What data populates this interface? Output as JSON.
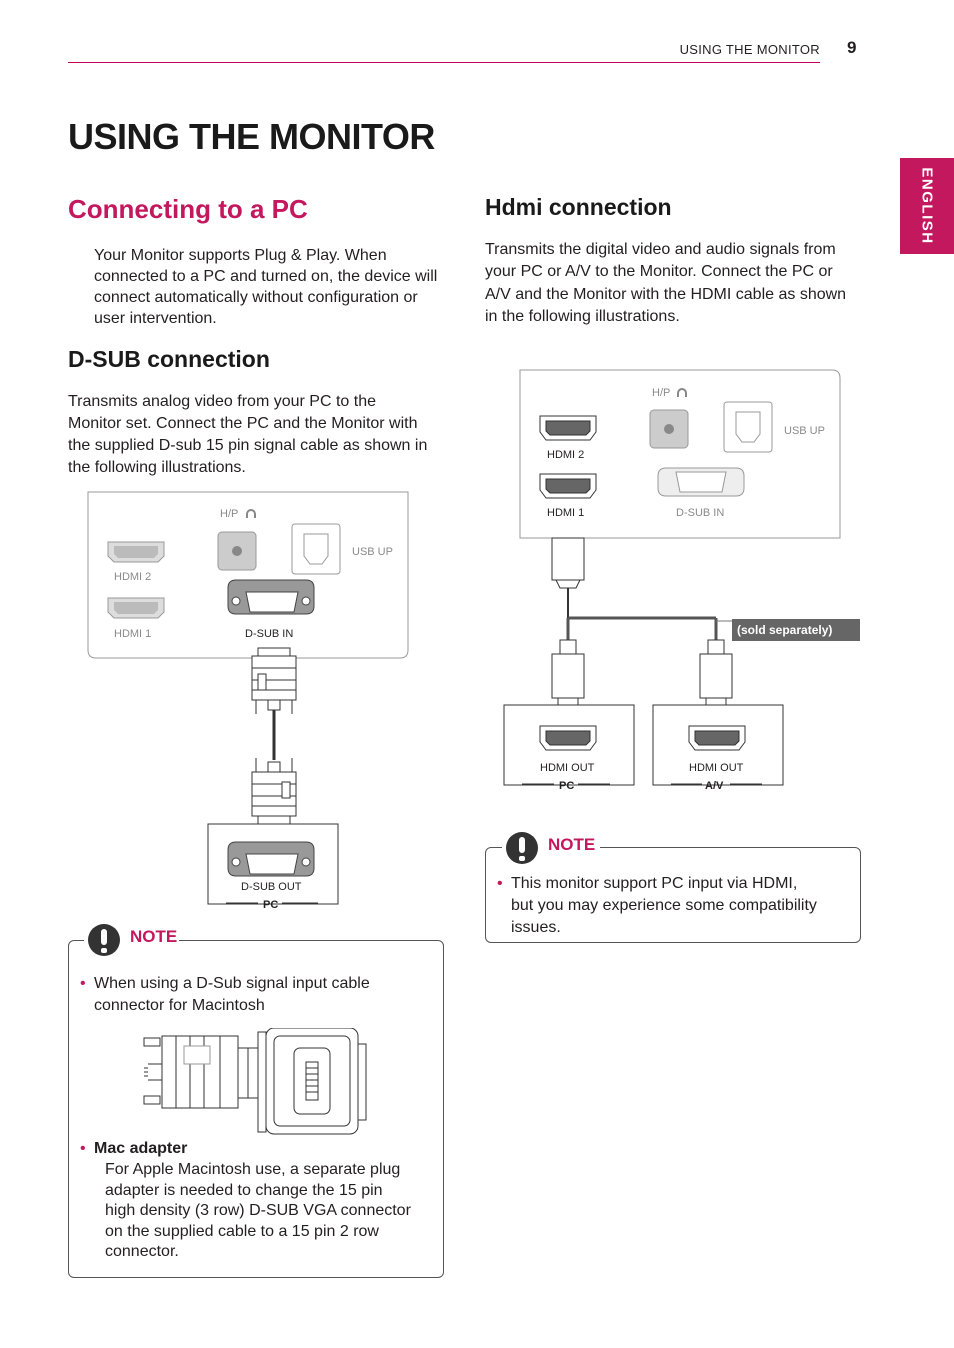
{
  "header": {
    "section": "USING THE MONITOR",
    "page_number": "9"
  },
  "language_tab": "ENGLISH",
  "title": "USING THE MONITOR",
  "connecting": {
    "heading": "Connecting to a PC",
    "intro": [
      "Your Monitor supports Plug & Play. When",
      "connected to a PC and turned on, the device will",
      "connect automatically without configuration or",
      "user intervention."
    ]
  },
  "dsub": {
    "heading": "D-SUB connection",
    "text": [
      "Transmits analog video from your PC to the",
      "Monitor set. Connect the PC and the Monitor with",
      "the supplied D-sub 15 pin signal cable as shown in",
      "the following illustrations."
    ],
    "diagram": {
      "hp": "H/P",
      "usb_up": "USB UP",
      "hdmi2": "HDMI 2",
      "hdmi1": "HDMI 1",
      "dsub_in": "D-SUB IN",
      "dsub_out": "D-SUB OUT",
      "pc": "PC"
    },
    "note": {
      "label": "NOTE",
      "bullet1": [
        "When using a D-Sub signal input cable",
        "connector for Macintosh"
      ],
      "bullet2_title": "Mac adapter",
      "bullet2": [
        "For Apple Macintosh use, a separate plug",
        "adapter is needed to change the 15 pin",
        "high density (3 row) D-SUB VGA connector",
        "on the supplied cable to a 15 pin 2 row",
        "connector."
      ]
    }
  },
  "hdmi": {
    "heading": "Hdmi connection",
    "text": [
      "Transmits the digital video and audio signals from",
      "your PC or A/V to the Monitor. Connect the PC or",
      "A/V and the Monitor with the HDMI cable as shown",
      "in the following illustrations."
    ],
    "diagram": {
      "hp": "H/P",
      "usb_up": "USB UP",
      "hdmi2": "HDMI 2",
      "hdmi1": "HDMI 1",
      "dsub_in": "D-SUB IN",
      "sold_separately": "(sold separately)",
      "hdmi_out_pc": "HDMI OUT",
      "pc": "PC",
      "hdmi_out_av": "HDMI OUT",
      "av": "A/V"
    },
    "note": {
      "label": "NOTE",
      "bullet1": [
        "This monitor support PC input via HDMI,",
        "but you may experience some compatibility",
        "issues."
      ]
    }
  }
}
